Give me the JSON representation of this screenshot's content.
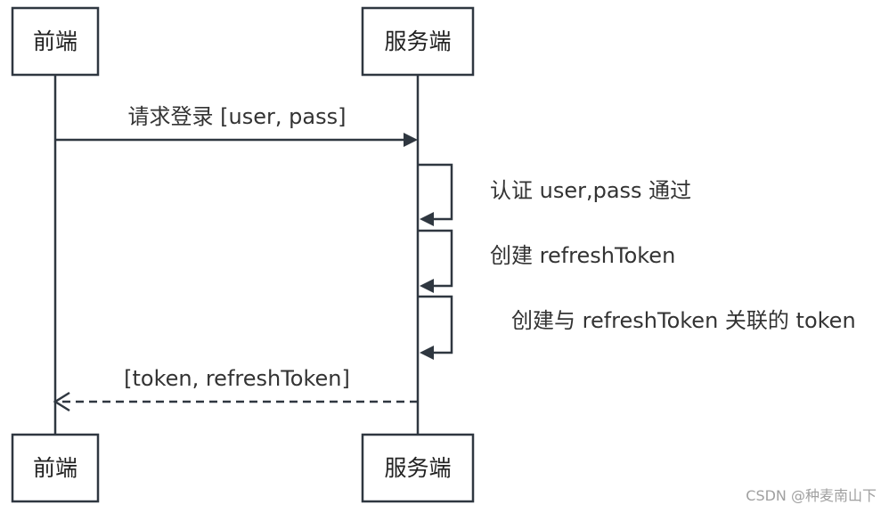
{
  "actors": {
    "client": "前端",
    "server": "服务端"
  },
  "messages": {
    "login_request": "请求登录 [user, pass]",
    "verify": "认证 user,pass 通过",
    "create_refresh": "创建 refreshToken",
    "create_token": "创建与 refreshToken 关联的 token",
    "response": "[token, refreshToken]"
  },
  "watermark": "CSDN @种麦南山下",
  "colors": {
    "line": "#2f3740",
    "text": "#333333"
  }
}
